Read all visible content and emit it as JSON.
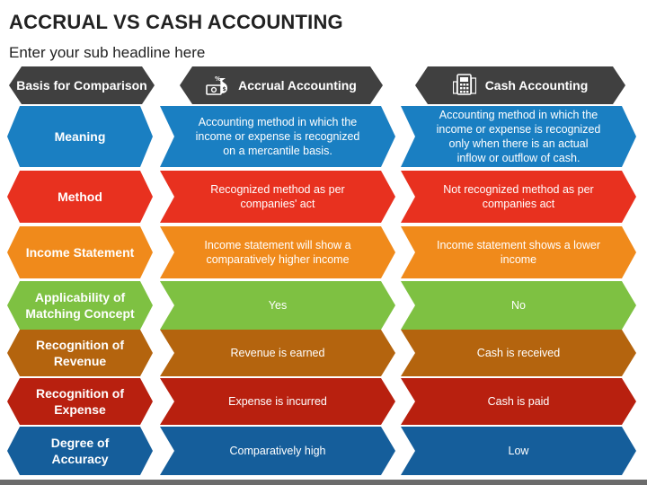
{
  "title": "ACCRUAL VS CASH ACCOUNTING",
  "subtitle": "Enter your sub headline here",
  "headers": {
    "basis": "Basis for Comparison",
    "accrual": "Accrual Accounting",
    "cash": "Cash Accounting",
    "accrual_icon": "money-bag-icon",
    "cash_icon": "calculator-icon"
  },
  "rows": [
    {
      "label": "Meaning",
      "color": "#1a7fc2",
      "accrual": "Accounting method in which the income or expense is recognized on a mercantile basis.",
      "cash": "Accounting method in which the income or expense is recognized only when there is an actual inflow or outflow of cash."
    },
    {
      "label": "Method",
      "color": "#e8311f",
      "accrual": "Recognized method as per companies' act",
      "cash": "Not recognized method as per companies act"
    },
    {
      "label": "Income Statement",
      "color": "#f08a1b",
      "accrual": "Income statement will show a comparatively higher income",
      "cash": "Income statement shows a lower income"
    },
    {
      "label": "Applicability of Matching Concept",
      "color": "#7ec142",
      "accrual": "Yes",
      "cash": "No"
    },
    {
      "label": "Recognition of Revenue",
      "color": "#b4640e",
      "accrual": "Revenue is earned",
      "cash": "Cash is received"
    },
    {
      "label": "Recognition of Expense",
      "color": "#b8200f",
      "accrual": "Expense is incurred",
      "cash": "Cash is paid"
    },
    {
      "label": "Degree of Accuracy",
      "color": "#155e9b",
      "accrual": "Comparatively high",
      "cash": "Low"
    }
  ]
}
